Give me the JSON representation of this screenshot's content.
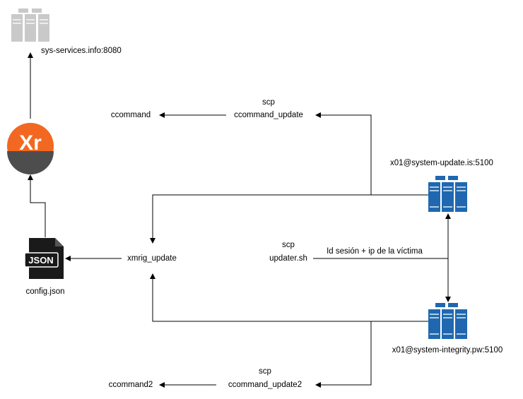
{
  "nodes": {
    "c2_server": {
      "label": "sys-services.info:8080",
      "icon": "gray-server-rack-icon",
      "color": "#c9c9c9"
    },
    "xmrig": {
      "label": "Xr",
      "icon": "xmrig-logo-icon",
      "colors": {
        "primary": "#f26822",
        "secondary": "#4d4d4d"
      }
    },
    "config": {
      "label": "config.json",
      "icon_text": "JSON",
      "icon": "json-file-icon"
    },
    "update_server": {
      "label": "x01@system-update.is:5100",
      "icon": "blue-server-rack-icon",
      "color": "#1f68b0"
    },
    "integrity_server": {
      "label": "x01@system-integrity.pw:5100",
      "icon": "blue-server-rack-icon",
      "color": "#1f68b0"
    },
    "xmrig_update": {
      "label": "xmrig_update"
    },
    "updater": {
      "scp": "scp",
      "file": "updater.sh"
    },
    "ccommand_top": {
      "scp": "scp",
      "file": "ccommand_update",
      "target": "ccommand"
    },
    "ccommand_bottom": {
      "scp": "scp",
      "file": "ccommand_update2",
      "target": "ccommand2"
    }
  },
  "edges": {
    "session_info": "Id sesión + ip de la víctima"
  }
}
